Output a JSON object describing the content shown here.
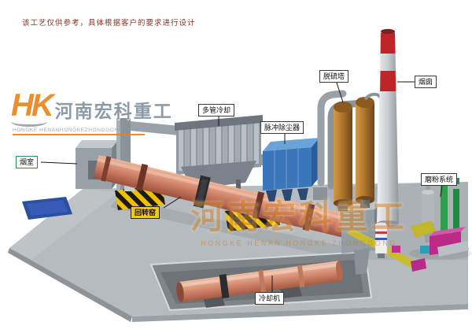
{
  "disclaimer": {
    "text": "该工艺仅供参考，具体根据客户的要求进行设计"
  },
  "logo": {
    "mark": "HK",
    "company_cn": "河南宏科重工",
    "company_en": "HONGKE HENANHONGKEZHONGGONG"
  },
  "watermark": {
    "company_cn": "河南宏科重工",
    "company_en": "HONGKE HENAN HONGKE ZHONGGONG"
  },
  "labels": {
    "smoke_chamber": "烟室",
    "rotary_kiln": "回转窑",
    "multi_tube_cooler": "多管冷却",
    "pulse_dust_collector": "脉冲除尘器",
    "desulfurization_tower": "脱硫塔",
    "chimney": "烟囱",
    "grinding_system": "磨粉系统",
    "cooling_machine": "冷却机"
  },
  "colors": {
    "kiln_body": "#cf8465",
    "cooling_cylinder": "#d98f74",
    "dust_collector_blue": "#3a76ba",
    "tower_orange": "#b0762c",
    "chimney_red_band": "#bf2428",
    "platform_gray": "#b4b9bd",
    "hazard_yellow": "#f0c000",
    "label_yellow": "#f6c913",
    "watermark_orange": "#d98a30",
    "disclaimer_red": "#8b3426"
  }
}
